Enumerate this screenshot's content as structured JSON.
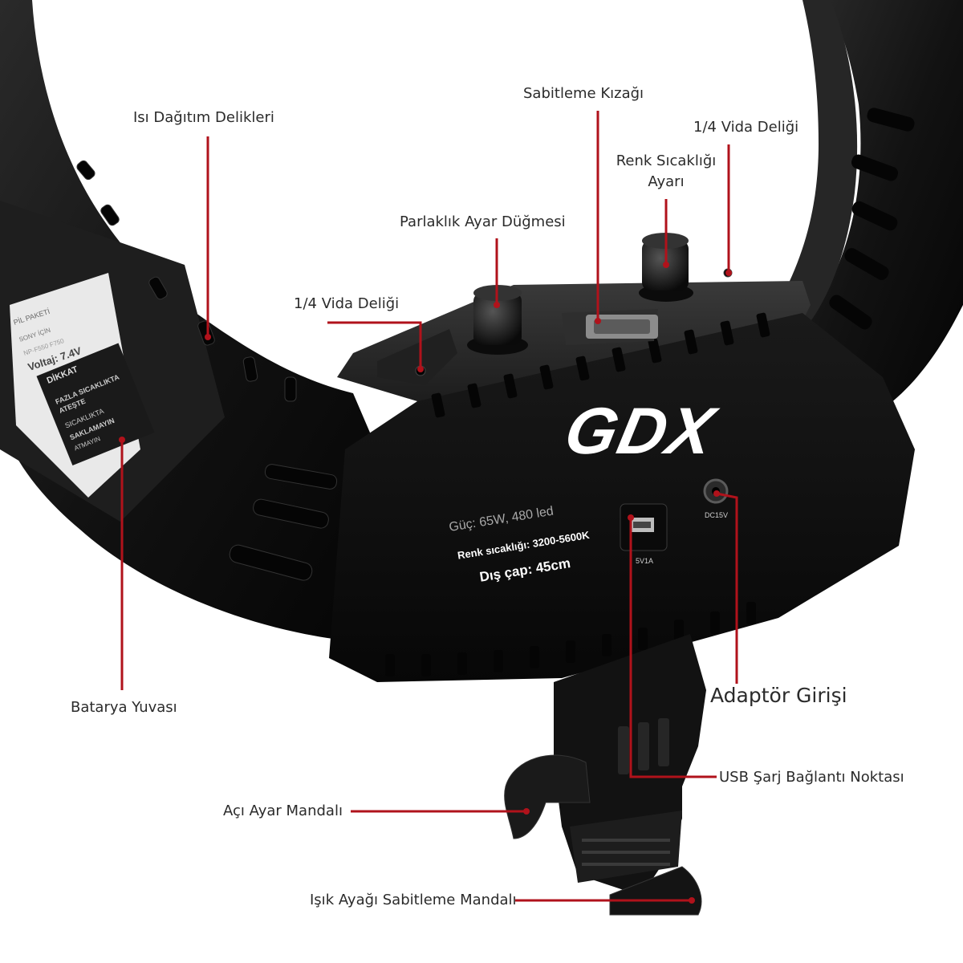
{
  "product": {
    "brand_logo": "GDX",
    "specs": {
      "power": "Güç: 65W, 480 led",
      "color_temp": "Renk sıcaklığı: 3200-5600K",
      "diameter": "Dış çap: 45cm"
    },
    "port_labels": {
      "usb": "5V1A",
      "dc": "DC15V"
    },
    "battery_sticker": {
      "line1": "PİL PAKETİ",
      "line2": "SONY İÇİN",
      "line3": "NP-F550 F750",
      "line4": "Voltaj: 7.4V",
      "warning_title": "DİKKAT",
      "warn1": "FAZLA SICAKLIKTA",
      "warn2": "ATEŞTE",
      "warn3": "SICAKLIKTA",
      "warn4": "SAKLAMAYIN",
      "warn5": "ATMAYIN"
    }
  },
  "callouts": {
    "heat_vents": "Isı Dağıtım Delikleri",
    "mount_shoe": "Sabitleme Kızağı",
    "screw_hole_right": "1/4 Vida Deliği",
    "color_temp_knob_line1": "Renk Sıcaklığı",
    "color_temp_knob_line2": "Ayarı",
    "brightness_knob": "Parlaklık Ayar Düğmesi",
    "screw_hole_left": "1/4 Vida Deliği",
    "battery_slot": "Batarya Yuvası",
    "adapter_input": "Adaptör Girişi",
    "usb_port": "USB Şarj Bağlantı Noktası",
    "angle_lever": "Açı Ayar Mandalı",
    "stand_lever": "Işık Ayağı Sabitleme Mandalı"
  },
  "colors": {
    "callout_line": "#b0121b",
    "body": "#141414",
    "body_highlight": "#2c2c2c"
  }
}
